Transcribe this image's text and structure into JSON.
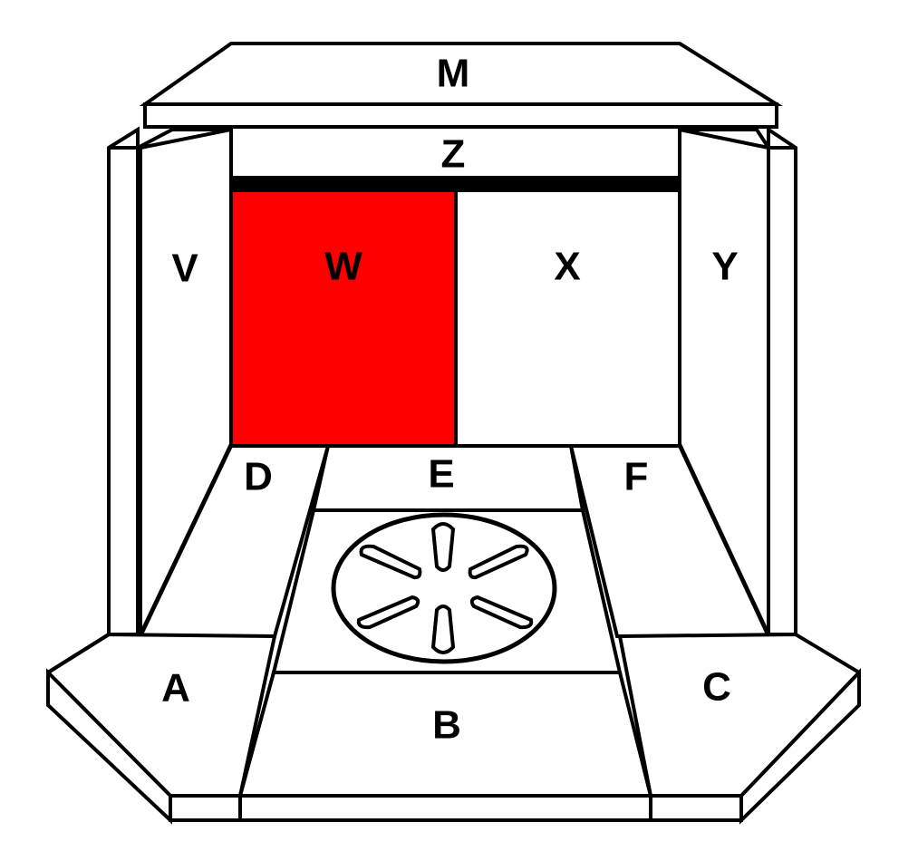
{
  "diagram": {
    "highlight_color": "#ff0000",
    "highlighted_part": "W",
    "parts": {
      "M": "M",
      "Z": "Z",
      "V": "V",
      "W": "W",
      "X": "X",
      "Y": "Y",
      "D": "D",
      "E": "E",
      "F": "F",
      "A": "A",
      "B": "B",
      "C": "C"
    }
  }
}
